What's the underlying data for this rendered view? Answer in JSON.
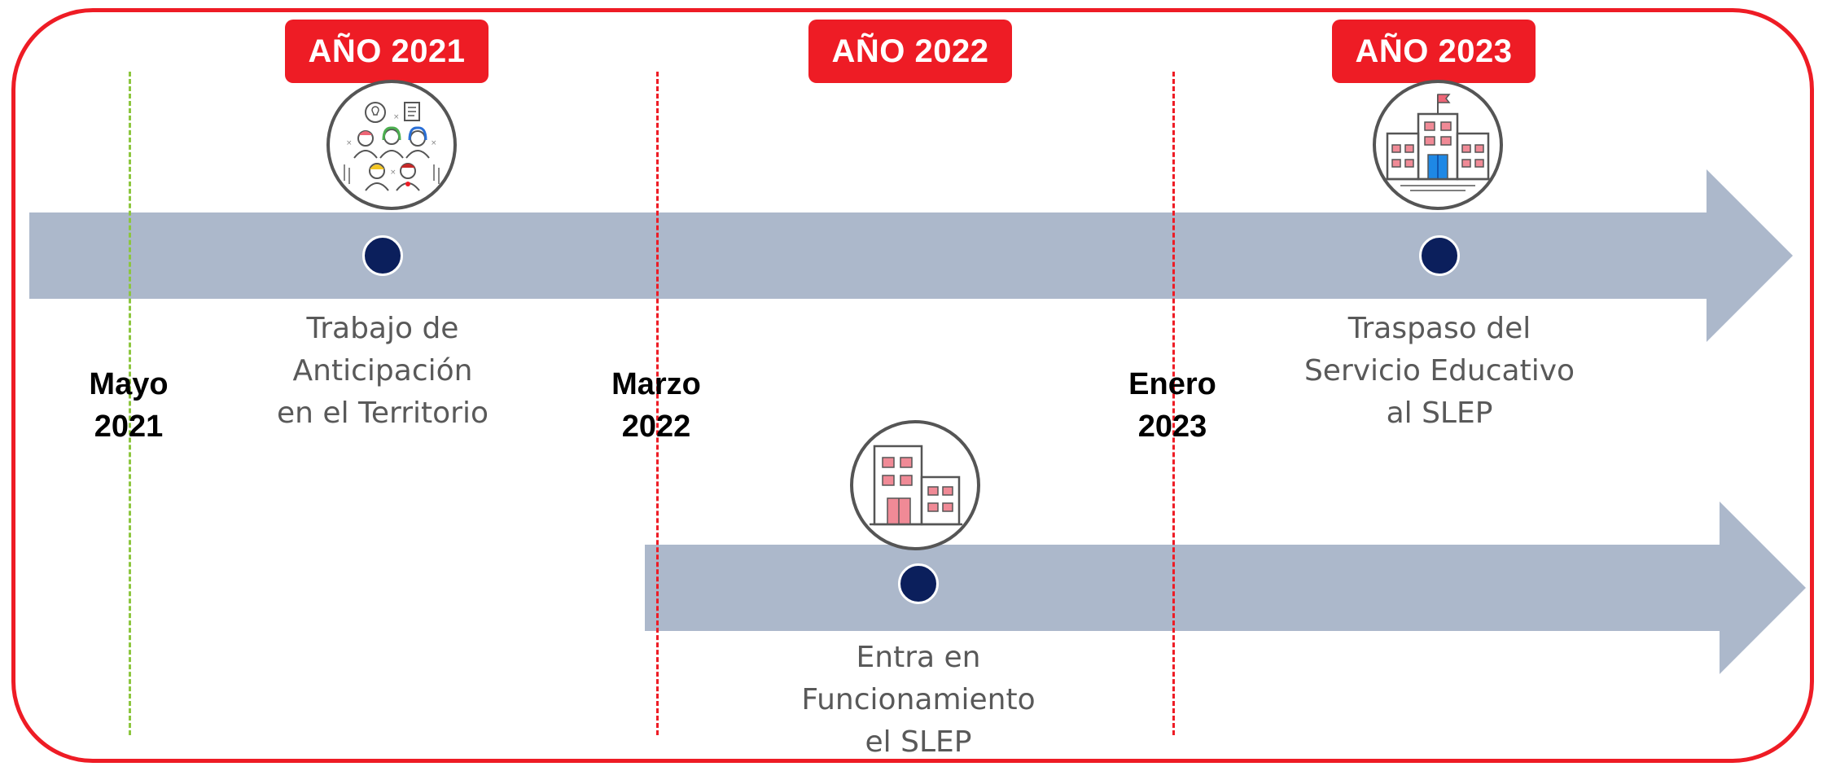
{
  "colors": {
    "frame": "#ee1c25",
    "badge": "#ee1c25",
    "arrow": "#acb8cb",
    "dot": "#0b1f5c",
    "line_2021": "#8dc63f",
    "line_other": "#ee1c25",
    "event_text": "#595959"
  },
  "years": [
    {
      "label": "AÑO 2021"
    },
    {
      "label": "AÑO 2022"
    },
    {
      "label": "AÑO 2023"
    }
  ],
  "milestones": [
    {
      "line1": "Mayo",
      "line2": "2021"
    },
    {
      "line1": "Marzo",
      "line2": "2022"
    },
    {
      "line1": "Enero",
      "line2": "2023"
    }
  ],
  "events": [
    {
      "icon": "team-people-icon",
      "lines": [
        "Trabajo de",
        "Anticipación",
        "en el Territorio"
      ]
    },
    {
      "icon": "office-building-icon",
      "lines": [
        "Entra en",
        "Funcionamiento",
        "el SLEP"
      ]
    },
    {
      "icon": "school-building-icon",
      "lines": [
        "Traspaso del",
        "Servicio Educativo",
        "al SLEP"
      ]
    }
  ]
}
